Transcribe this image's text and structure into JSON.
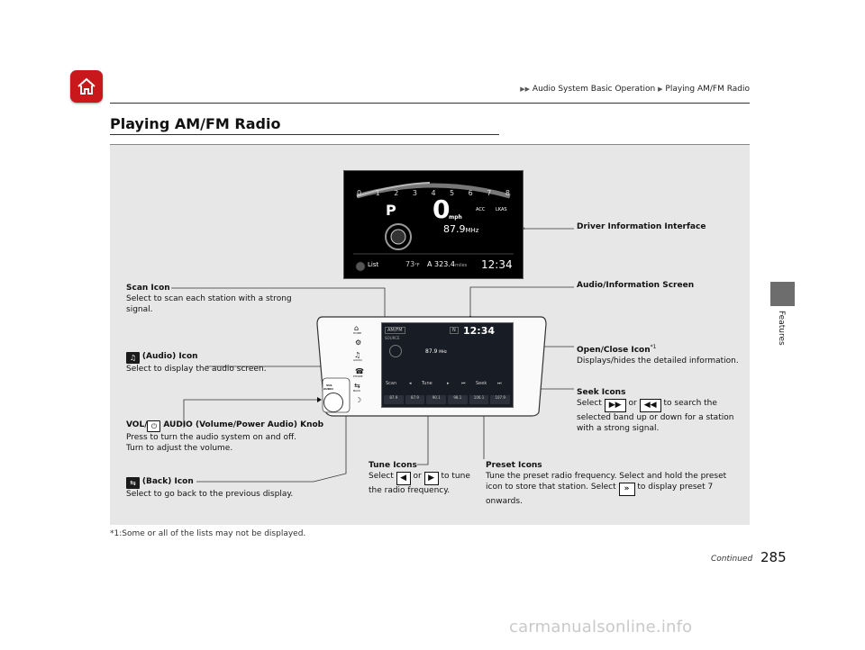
{
  "header": {
    "breadcrumb_1": "Audio System Basic Operation",
    "breadcrumb_2": "Playing AM/FM Radio",
    "title": "Playing AM/FM Radio",
    "side_tab": "Features"
  },
  "cluster": {
    "gear": "P",
    "speed": "0",
    "speed_unit": "mph",
    "freq": "87.9",
    "freq_unit": "MHz",
    "acc": "ACC",
    "lkas": "LKAS",
    "list": "List",
    "temp": "73",
    "temp_unit": "°F",
    "odo_prefix": "A",
    "odo": "323.4",
    "odo_unit": "miles",
    "clock": "12:34",
    "ticks": [
      "0",
      "1",
      "2",
      "3",
      "4",
      "5",
      "6",
      "7",
      "8"
    ]
  },
  "screen": {
    "clock": "12:34",
    "band": "AM/FM",
    "source": "SOURCE",
    "freq": "87.9",
    "freq_unit": "MHz",
    "scan": "Scan",
    "tune": "Tune",
    "seek": "Seek",
    "presets": [
      "87.9",
      "87.9",
      "90.1",
      "98.1",
      "106.1",
      "107.9"
    ]
  },
  "callouts": {
    "driver_info": "Driver Information Interface",
    "audio_screen": "Audio/Information Screen",
    "scan_title": "Scan Icon",
    "scan_desc": "Select to scan each station with a strong signal.",
    "audio_icon_title": "(Audio) Icon",
    "audio_icon_desc": "Select to display the audio screen.",
    "open_close_title": "Open/Close Icon",
    "open_close_sup": "*1",
    "open_close_desc": "Displays/hides the detailed information.",
    "seek_title": "Seek Icons",
    "seek_desc_1": "Select",
    "seek_desc_2": "or",
    "seek_desc_3": "to search the selected band up or down for a station with a strong signal.",
    "vol_prefix": "VOL/",
    "vol_title": "AUDIO (Volume/Power Audio) Knob",
    "vol_desc_1": "Press to turn the audio system on and off.",
    "vol_desc_2": "Turn to adjust the volume.",
    "back_title": "(Back) Icon",
    "back_desc": "Select to go back to the previous display.",
    "tune_title": "Tune Icons",
    "tune_desc_1": "Select",
    "tune_desc_2": "or",
    "tune_desc_3": "to tune the radio frequency.",
    "preset_title": "Preset Icons",
    "preset_desc_1": "Tune the preset radio frequency. Select and hold the preset icon to store that station. Select",
    "preset_desc_2": "to display preset 7 onwards."
  },
  "dash_icons": {
    "home": "HOME",
    "audio": "AUDIO",
    "phone": "PHONE",
    "back": "BACK",
    "vol": "VOL",
    "vol_audio": "AUDIO"
  },
  "footer": {
    "footnote": "*1:Some or all of the lists may not be displayed.",
    "continued": "Continued",
    "page": "285",
    "watermark": "carmanualsonline.info"
  },
  "colors": {
    "home_red": "#c8181c",
    "panel_gray": "#e7e7e7",
    "side_tab": "#6d6d6d"
  }
}
